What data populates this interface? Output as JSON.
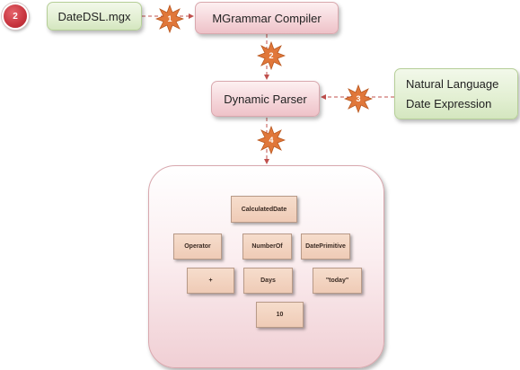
{
  "step_indicator": {
    "label": "2"
  },
  "nodes": {
    "grammar_file": "DateDSL.mgx",
    "compiler": "MGrammar Compiler",
    "parser": "Dynamic Parser",
    "input": {
      "line1": "Natural Language",
      "line2": "Date Expression"
    }
  },
  "badges": [
    "1",
    "2",
    "3",
    "4"
  ],
  "parse_tree": {
    "root": "CalculatedDate",
    "operator": "Operator",
    "operator_value": "+",
    "number_of": "NumberOf",
    "days": "Days",
    "days_value": "10",
    "date_primitive": "DatePrimitive",
    "date_primitive_value": "\"today\""
  },
  "colors": {
    "pink_box": "#f5d6da",
    "green_box": "#e2efd2",
    "tan_node": "#efcbb6",
    "badge_orange": "#e0773a",
    "arrow_dashed": "#c0504d",
    "tree_line": "#f5a623"
  }
}
